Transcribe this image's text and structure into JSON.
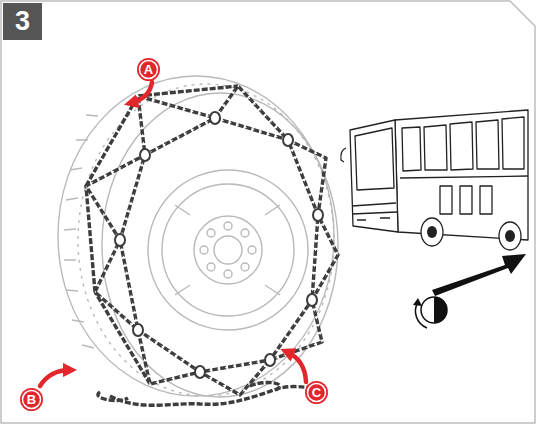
{
  "diagram": {
    "nodes": [
      {
        "text": [
          "3"
        ]
      },
      {
        "text": [
          "A"
        ]
      },
      {
        "text": [
          "B"
        ]
      },
      {
        "text": [
          "C"
        ]
      }
    ]
  }
}
